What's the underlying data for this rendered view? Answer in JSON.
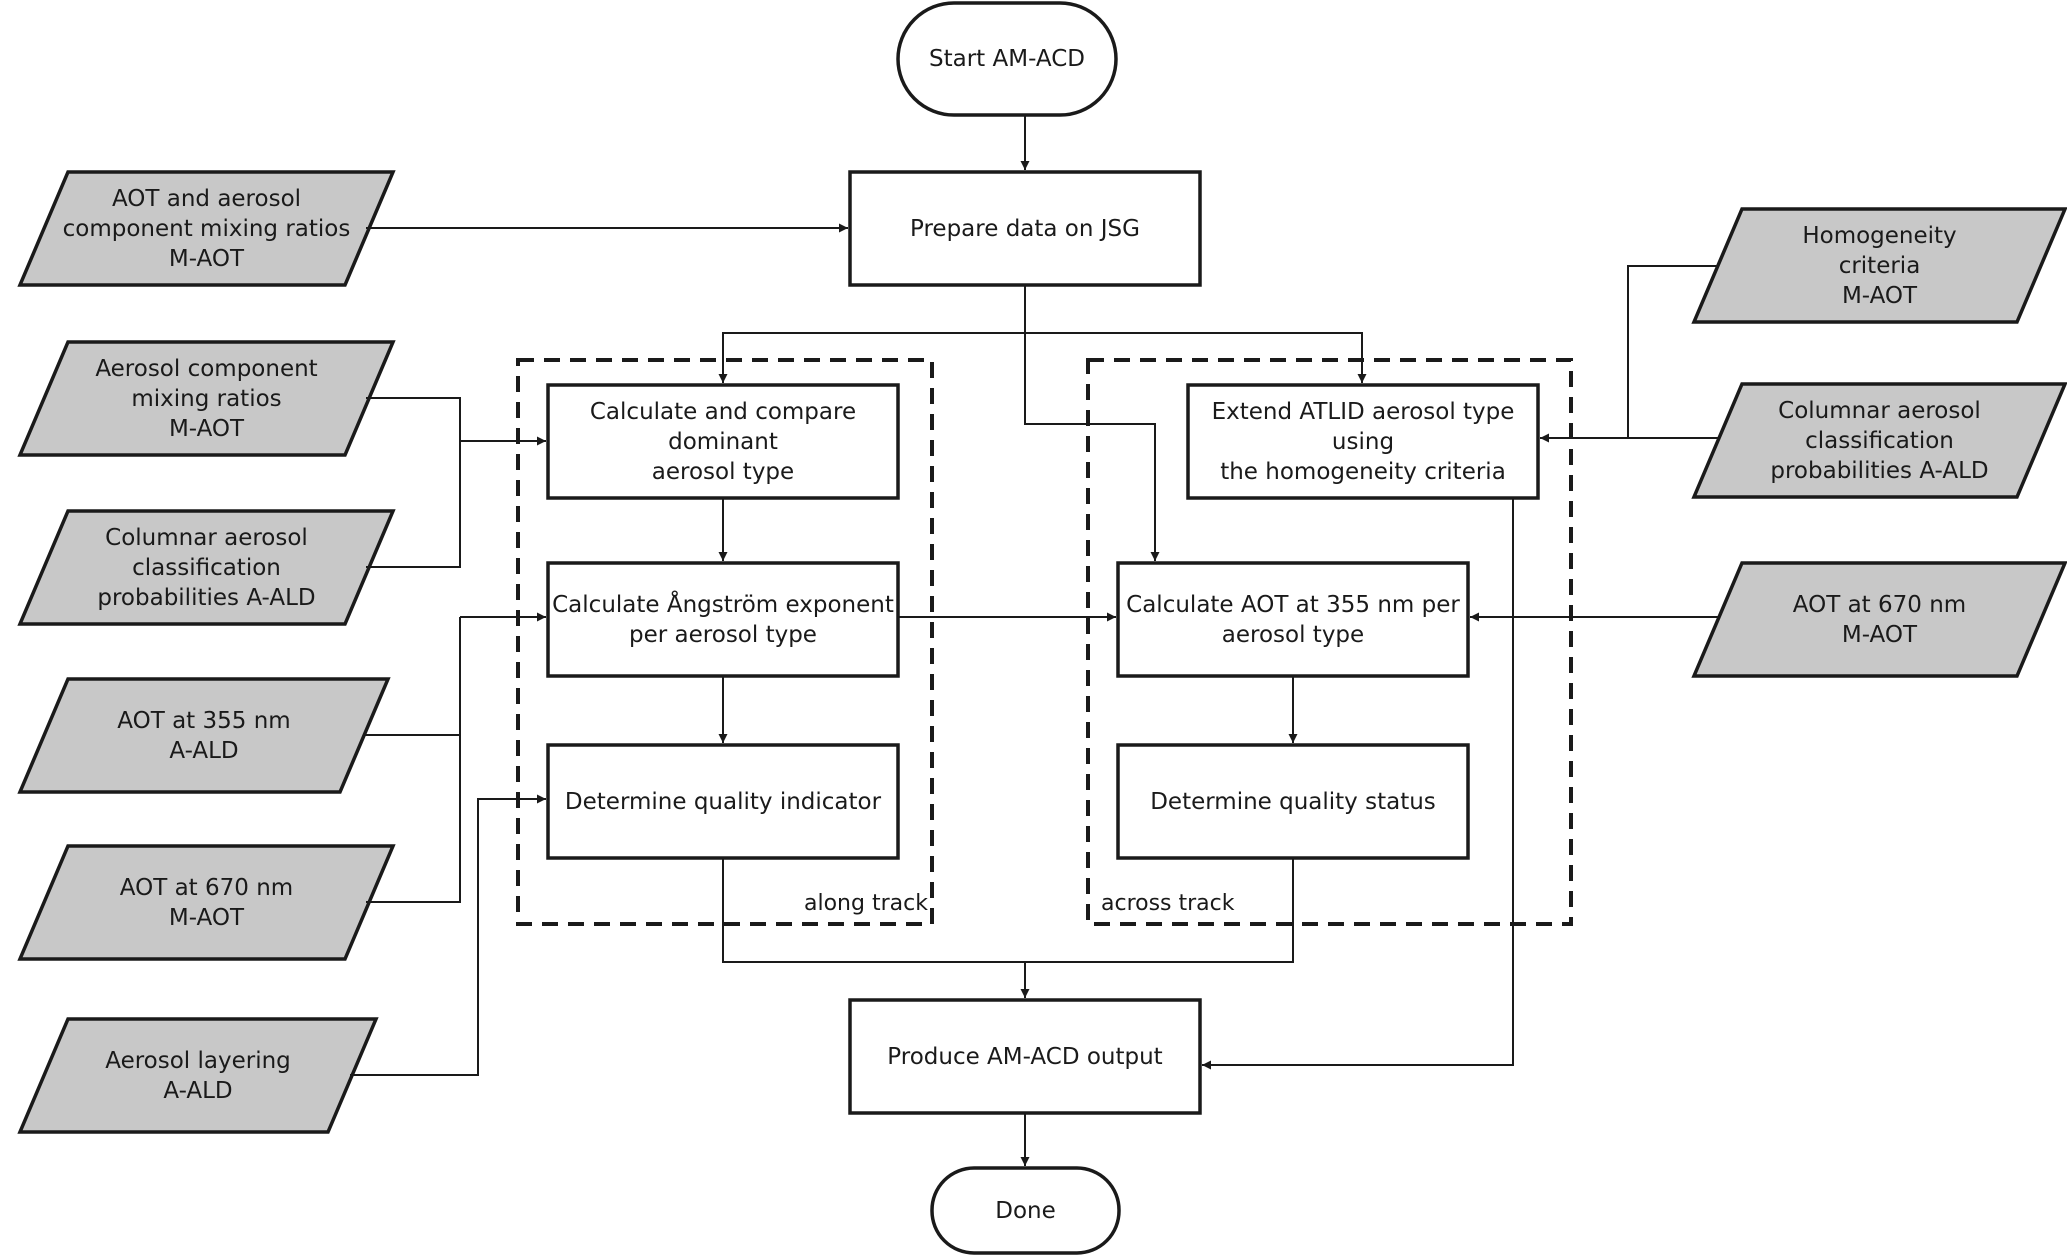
{
  "nodes": {
    "start": "Start AM-ACD",
    "prepare": "Prepare data on JSG",
    "dominant": "Calculate and compare\ndominant\naerosol type",
    "angstrom": "Calculate Ångström exponent\nper aerosol type",
    "quality_indicator": "Determine quality indicator",
    "extend": "Extend ATLID aerosol type using\nthe homogeneity criteria",
    "aot355": "Calculate AOT at 355 nm per\naerosol type",
    "quality_status": "Determine quality status",
    "output": "Produce AM-ACD output",
    "done": "Done"
  },
  "inputs": {
    "aot_mixing": "AOT and aerosol\ncomponent mixing ratios\nM-AOT",
    "component_mixing": "Aerosol component\nmixing ratios\nM-AOT",
    "columnar_left": "Columnar aerosol\nclassification\nprobabilities A-ALD",
    "aot355_ald": "AOT at 355 nm\nA-ALD",
    "aot670_left": "AOT at 670 nm\nM-AOT",
    "layering": "Aerosol layering\nA-ALD",
    "homogeneity": "Homogeneity\ncriteria\nM-AOT",
    "columnar_right": "Columnar aerosol\nclassification\nprobabilities A-ALD",
    "aot670_right": "AOT at 670 nm\nM-AOT"
  },
  "groups": {
    "along": "along track",
    "across": "across track"
  },
  "colors": {
    "input_fill": "#c8c8c8",
    "stroke": "#1a1a1a"
  }
}
